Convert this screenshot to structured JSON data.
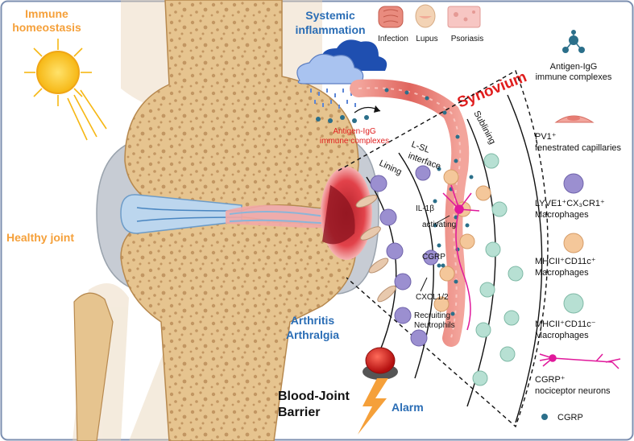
{
  "labels": {
    "immune_homeostasis_line1": "Immune",
    "immune_homeostasis_line2": "homeostasis",
    "healthy_joint": "Healthy joint",
    "systemic_inflammation_line1": "Systemic",
    "systemic_inflammation_line2": "inflammation",
    "infection": "Infection",
    "lupus": "Lupus",
    "psoriasis": "Psoriasis",
    "synovium": "Synovium",
    "antigen_igg_red_line1": "Antigen-IgG",
    "antigen_igg_red_line2": "immune complexes",
    "lining": "Lining",
    "lsl_interface_line1": "L-SL",
    "lsl_interface_line2": "interface",
    "sublining": "Sublining",
    "il1b": "IL-1β",
    "activating": "activating",
    "cgrp_inline": "CGRP",
    "cxcl": "CXCL1/2",
    "recruiting_line1": "Recruiting",
    "recruiting_line2": "Neutrophils",
    "arthritis": "Arthritis",
    "arthralgia": "Arthralgia",
    "blood_joint_line1": "Blood-Joint",
    "blood_joint_line2": "Barrier",
    "alarm": "Alarm"
  },
  "legend": [
    {
      "icon": "immune-complex-icon",
      "line1": "Antigen-IgG",
      "line2": "immune complexes"
    },
    {
      "icon": "capillary-icon",
      "line1": "PV1⁺",
      "line2": "fenestrated capillaries"
    },
    {
      "icon": "macrophage-purple-icon",
      "line1": "LYVE1⁺CX₃CR1⁺",
      "line2": "Macrophages"
    },
    {
      "icon": "macrophage-peach-icon",
      "line1": "MHCII⁺CD11c⁺",
      "line2": "Macrophages"
    },
    {
      "icon": "macrophage-teal-icon",
      "line1": "MHCII⁺CD11c⁻",
      "line2": "Macrophages"
    },
    {
      "icon": "neuron-icon",
      "line1": "CGRP⁺",
      "line2": "nociceptor neurons"
    },
    {
      "icon": "cgrp-dot-icon",
      "line1": "CGRP",
      "line2": ""
    }
  ],
  "colors": {
    "orange_text": "#f5a03a",
    "blue_text": "#2a6db5",
    "red_text": "#e01e1e",
    "bone": "#e9cda0",
    "bone_spot": "#c9a16d",
    "frame": "#7c8fb0",
    "purple_cell": "#9b8fd0",
    "peach_cell": "#f4c79a",
    "teal_cell": "#b7e0d3",
    "neuron": "#e0199b",
    "vessel": "#e8736f"
  }
}
